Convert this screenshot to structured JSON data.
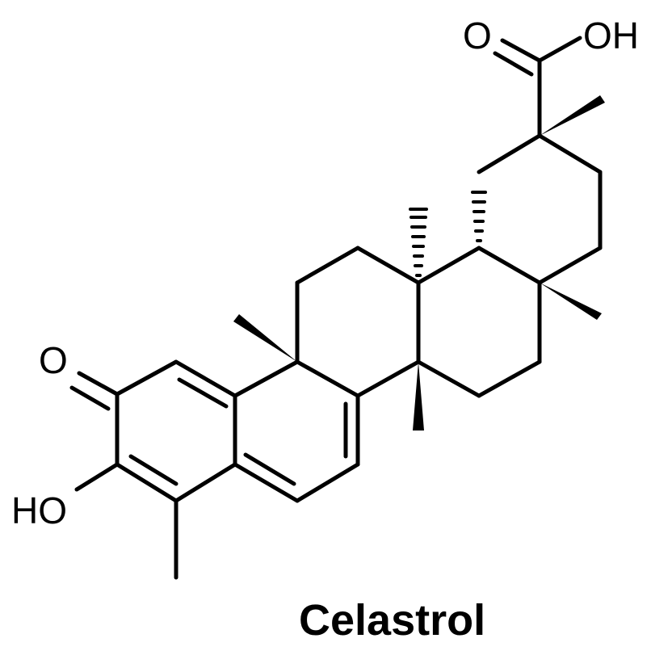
{
  "compound": {
    "name": "Celastrol"
  },
  "atom_labels": {
    "ketone_oxygen": "O",
    "hydroxyl": "HO",
    "carbonyl_oxygen": "O",
    "acid_hydroxyl": "OH"
  }
}
